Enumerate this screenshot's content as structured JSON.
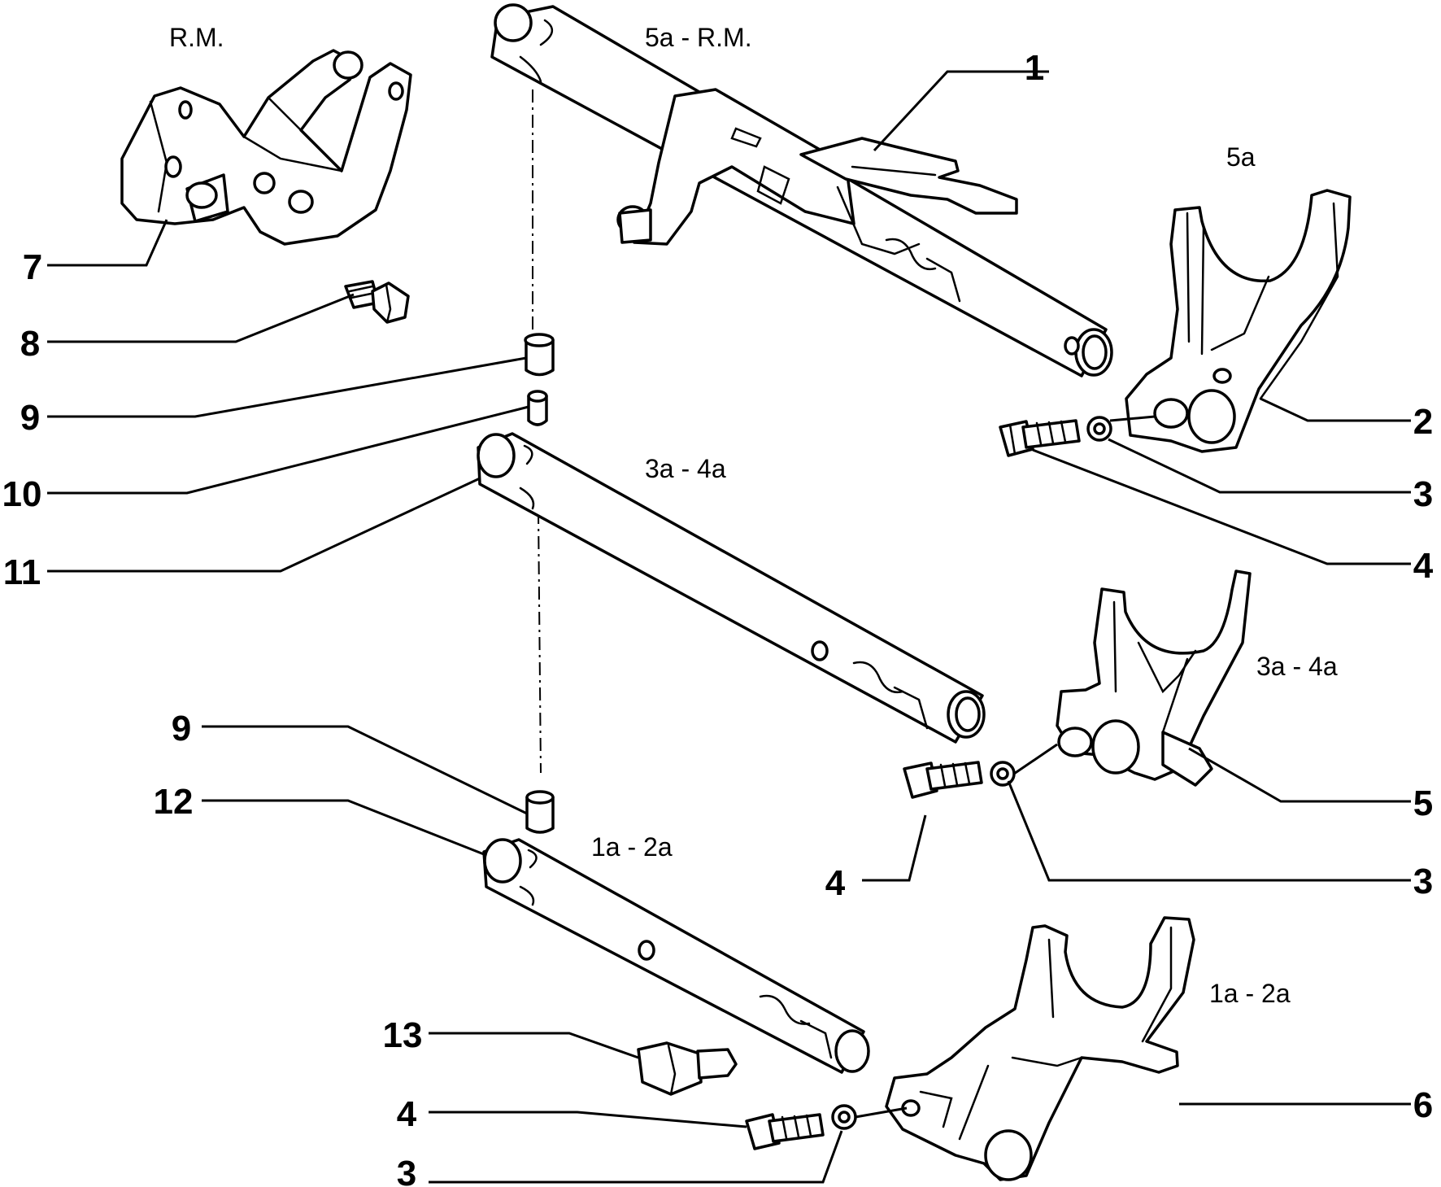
{
  "section_labels": {
    "rm_top": "R.M.",
    "fifth_rm": "5a - R.M.",
    "fifth": "5a",
    "third_fourth_rod": "3a - 4a",
    "third_fourth_fork": "3a - 4a",
    "first_second_rod": "1a - 2a",
    "first_second_fork": "1a - 2a"
  },
  "callouts": {
    "c1": "1",
    "c2": "2",
    "c3a": "3",
    "c4a": "4",
    "c5": "5",
    "c3b": "3",
    "c4b": "4",
    "c6": "6",
    "c7": "7",
    "c8": "8",
    "c9a": "9",
    "c10": "10",
    "c11": "11",
    "c9b": "9",
    "c12": "12",
    "c13": "13",
    "c4c": "4",
    "c3c": "3"
  }
}
